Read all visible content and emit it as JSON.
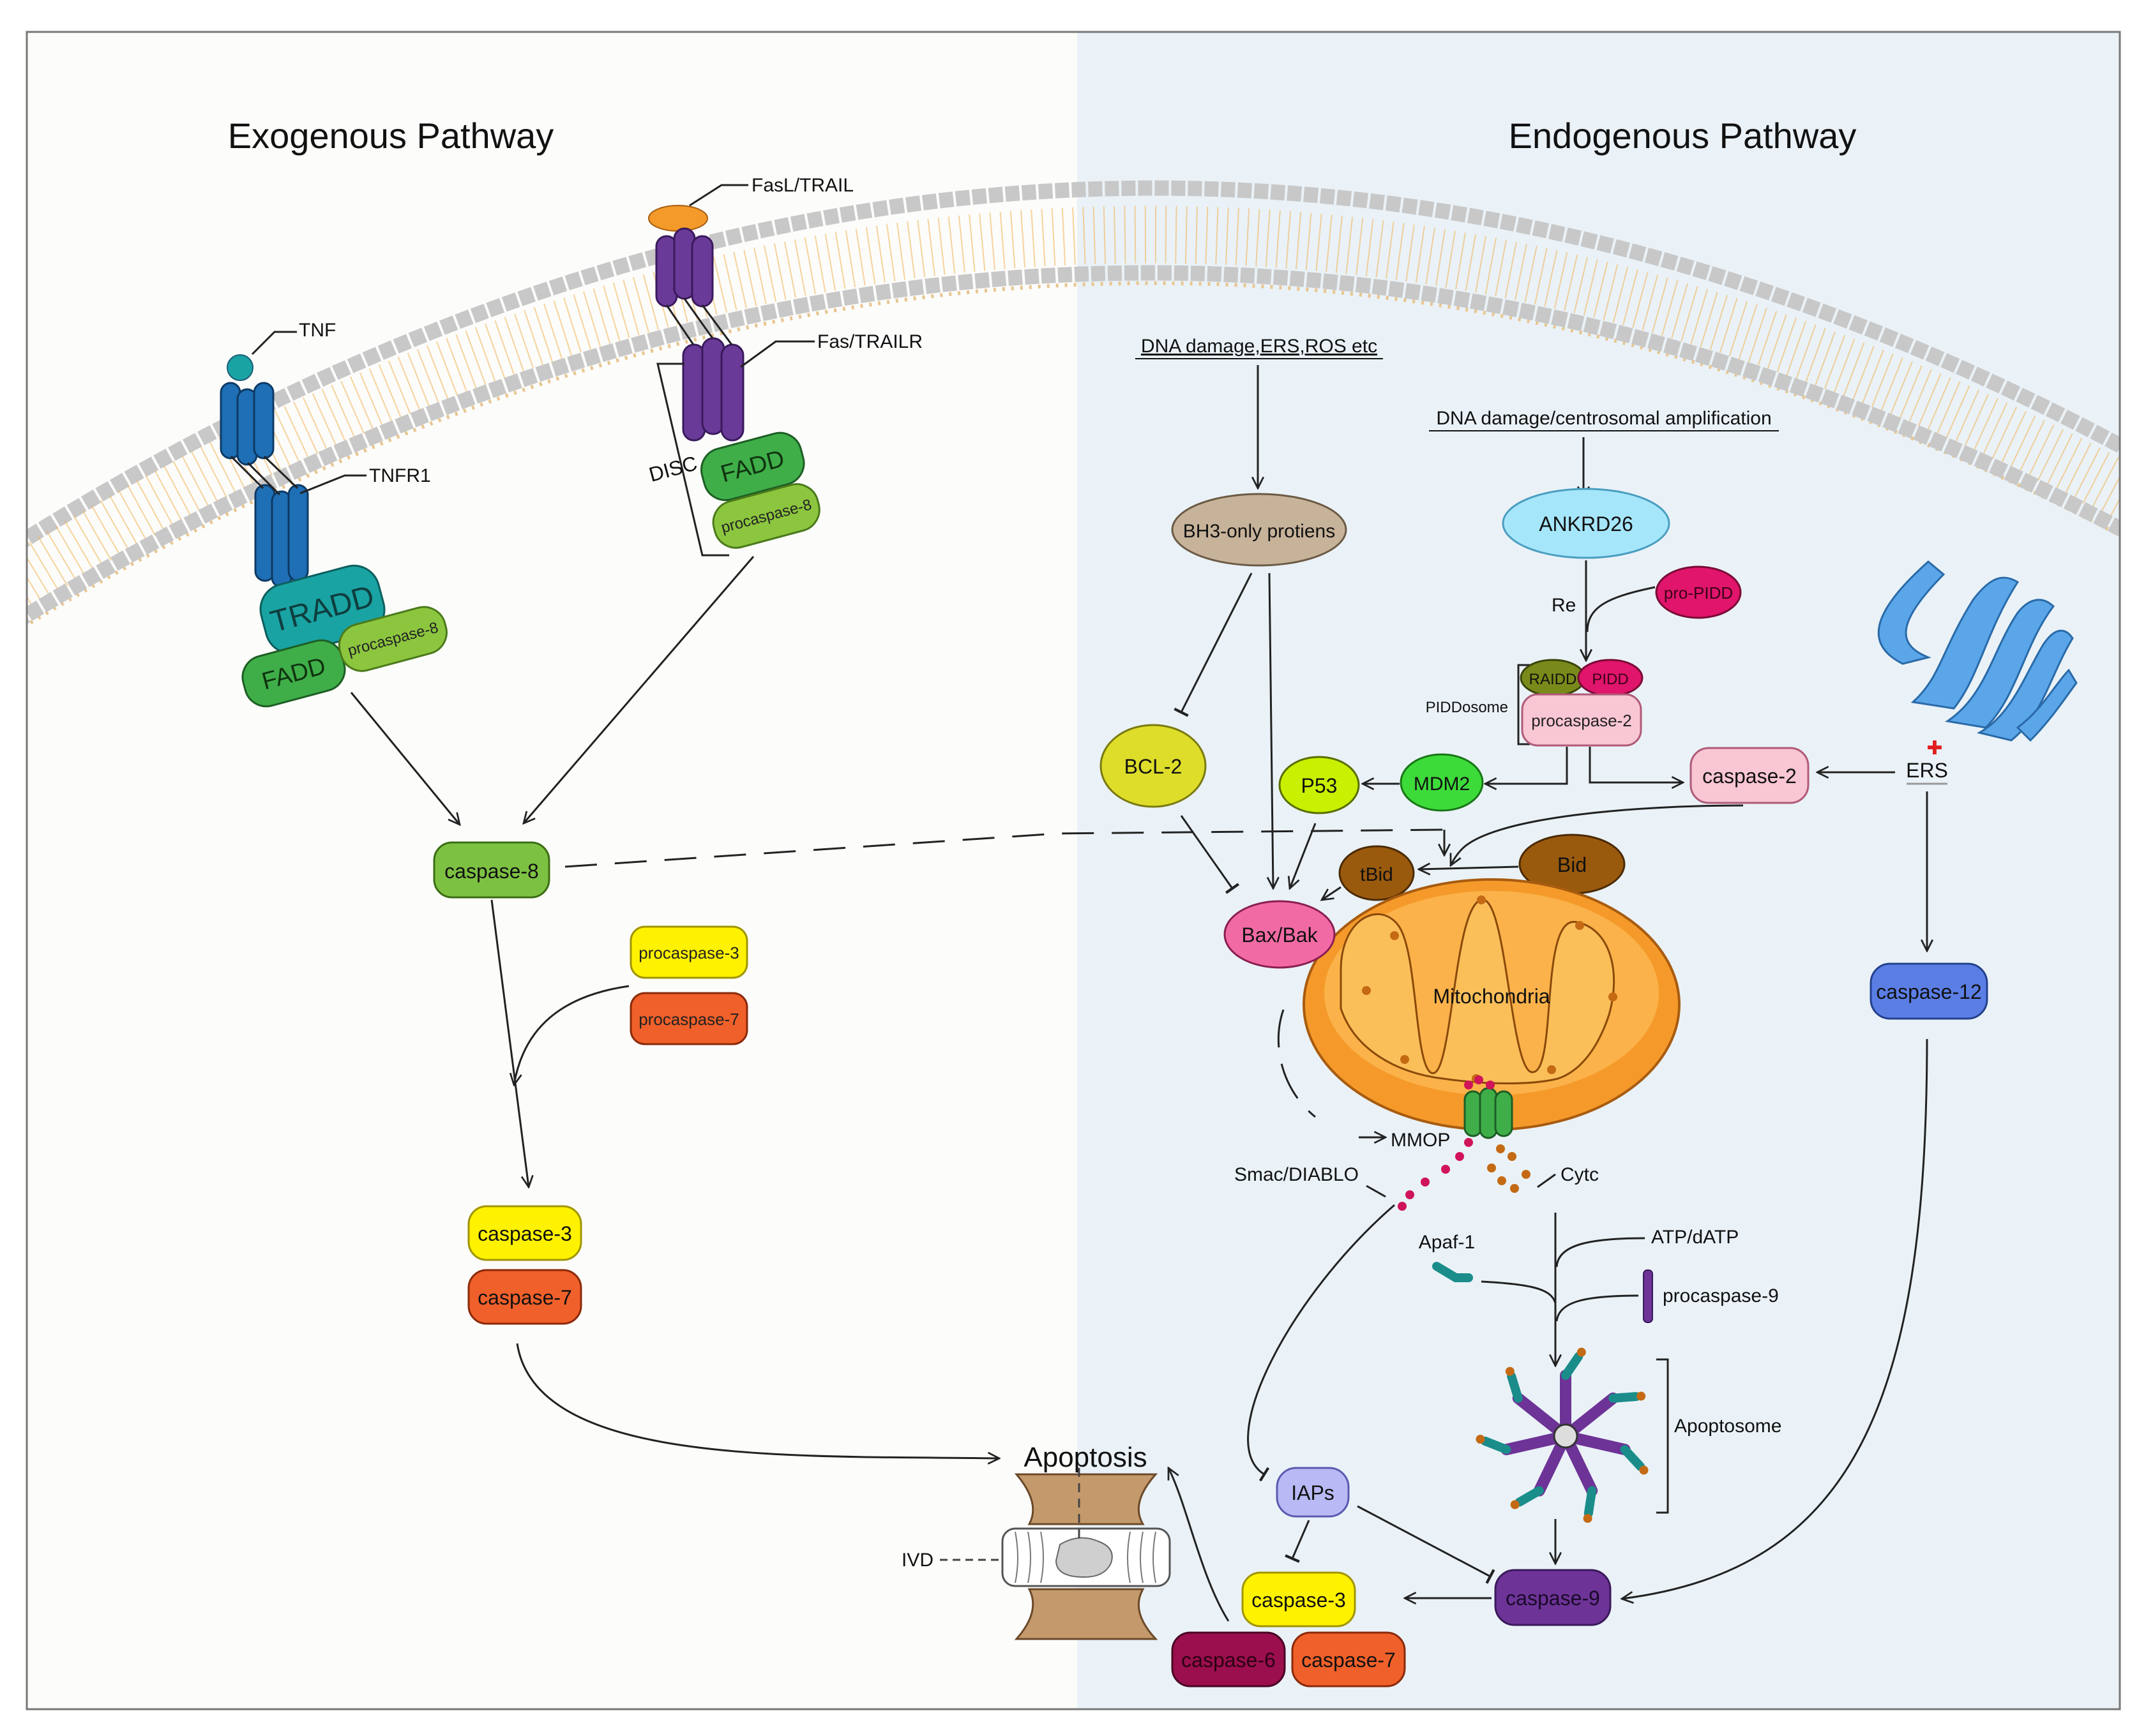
{
  "colors": {
    "left_bg": "#fcfcfa",
    "right_bg": "#eaf2f7",
    "membrane_head": "#c8c8c8",
    "membrane_tail": "#f0a848",
    "mito_outer": "#f59a2a",
    "mito_inner": "#fbbf5a",
    "receptor_blue": "#1e6fb5",
    "receptor_purple": "#6a3a98",
    "tradd": "#1aa3a3",
    "fadd": "#3fae49",
    "procasp8": "#8cc63f",
    "caspase8": "#7dc142",
    "yellow": "#fff200",
    "orange_red": "#f0602a",
    "caspase2": "#f9c6d3",
    "caspase12": "#5b7ee5",
    "caspase9": "#6d3396",
    "caspase6": "#9b0f4e",
    "bh3": "#c7b39a",
    "ankrd26": "#a6e6fb",
    "pidd": "#e0156b",
    "raidd": "#7a8a1a",
    "bcl2": "#dedd2a",
    "p53": "#c8f000",
    "mdm2": "#3ddb3a",
    "bid": "#9a5a0e",
    "baxbak": "#f26aa4",
    "iaps": "#b9b9f5",
    "er": "#5aa6e8",
    "apaf": "#1a8d8a",
    "ivd": "#c49a6c"
  },
  "titles": {
    "exogenous": "Exogenous Pathway",
    "endogenous": "Endogenous Pathway"
  },
  "labels": {
    "tnf": "TNF",
    "tnfr1": "TNFR1",
    "tradd": "TRADD",
    "fadd_left": "FADD",
    "procaspase8_left": "procaspase-8",
    "fasl_trail": "FasL/TRAIL",
    "fas_trailr": "Fas/TRAILR",
    "disc": "DISC",
    "fadd_disc": "FADD",
    "procaspase8_disc": "procaspase-8",
    "caspase8": "caspase-8",
    "procaspase3": "procaspase-3",
    "procaspase7": "procaspase-7",
    "caspase3_left": "caspase-3",
    "caspase7_left": "caspase-7",
    "apoptosis": "Apoptosis",
    "ivd": "IVD",
    "dna_damage_ers": "DNA damage,ERS,ROS etc",
    "dna_damage_centro": "DNA damage/centrosomal amplification",
    "bh3": "BH3-only protiens",
    "ankrd26": "ANKRD26",
    "re": "Re",
    "pro_pidd": "pro-PIDD",
    "raidd": "RAIDD",
    "pidd": "PIDD",
    "piddosome": "PIDDosome",
    "procaspase2": "procaspase-2",
    "bcl2": "BCL-2",
    "p53": "P53",
    "mdm2": "MDM2",
    "caspase2": "caspase-2",
    "ers": "ERS",
    "bid": "Bid",
    "tbid": "tBid",
    "baxbak": "Bax/Bak",
    "mitochondria": "Mitochondria",
    "caspase12": "caspase-12",
    "mmop": "MMOP",
    "smac": "Smac/DIABLO",
    "cytc": "Cytc",
    "atp": "ATP/dATP",
    "apaf1": "Apaf-1",
    "procaspase9": "procaspase-9",
    "apoptosome": "Apoptosome",
    "iaps": "IAPs",
    "caspase9": "caspase-9",
    "caspase3_right": "caspase-3",
    "caspase6": "caspase-6",
    "caspase7_right": "caspase-7"
  }
}
